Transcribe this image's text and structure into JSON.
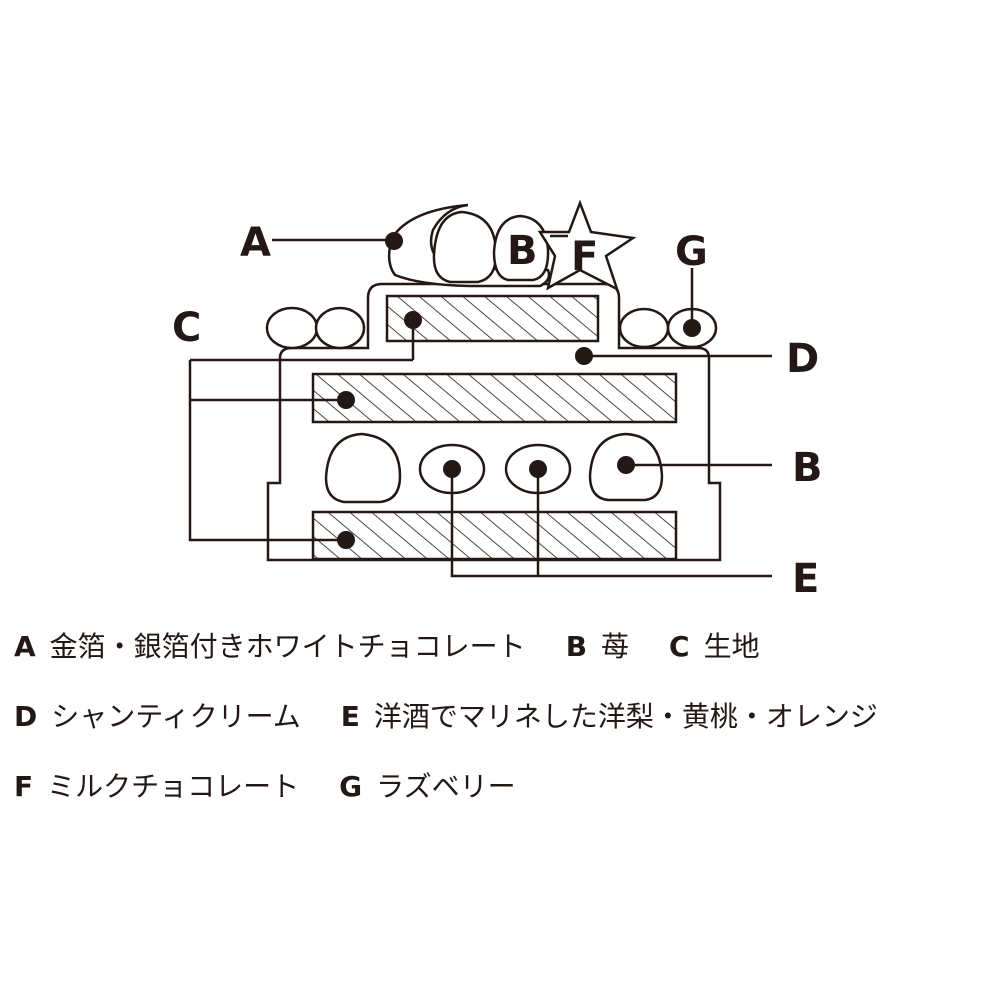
{
  "diagram": {
    "labels": {
      "A": "A",
      "B_top": "B",
      "F": "F",
      "G": "G",
      "C": "C",
      "D": "D",
      "B_right": "B",
      "E": "E"
    }
  },
  "legend": {
    "items": [
      {
        "key": "A",
        "text": "金箔・銀箔付きホワイトチョコレート"
      },
      {
        "key": "B",
        "text": "苺"
      },
      {
        "key": "C",
        "text": "生地"
      },
      {
        "key": "D",
        "text": "シャンティクリーム"
      },
      {
        "key": "E",
        "text": "洋酒でマリネした洋梨・黄桃・オレンジ"
      },
      {
        "key": "F",
        "text": "ミルクチョコレート"
      },
      {
        "key": "G",
        "text": "ラズベリー"
      }
    ],
    "lines": [
      [
        {
          "key": "legend.items.0.key",
          "text": "legend.items.0.text"
        }
      ],
      []
    ]
  },
  "colors": {
    "ink": "#231815",
    "background": "#ffffff"
  }
}
